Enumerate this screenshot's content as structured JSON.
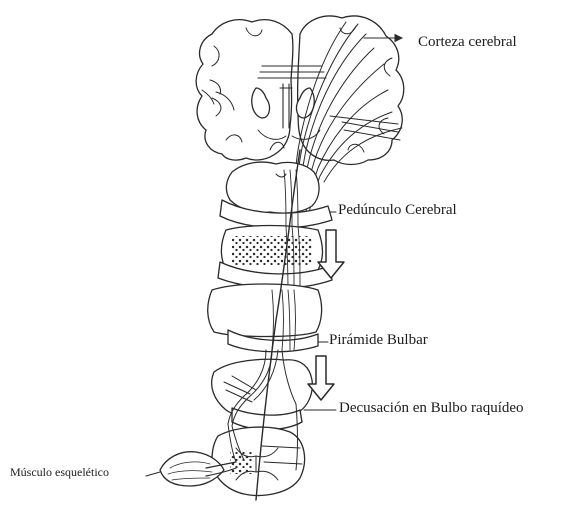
{
  "labels": {
    "cortex": "Corteza cerebral",
    "peduncle": "Pedúnculo Cerebral",
    "pyramid": "Pirámide Bulbar",
    "decussation": "Decusación en Bulbo raquídeo",
    "muscle": "Músculo esquelético"
  },
  "colors": {
    "stroke": "#2a2a2a",
    "fill": "#ffffff",
    "stipple": "#8a8a8a"
  }
}
